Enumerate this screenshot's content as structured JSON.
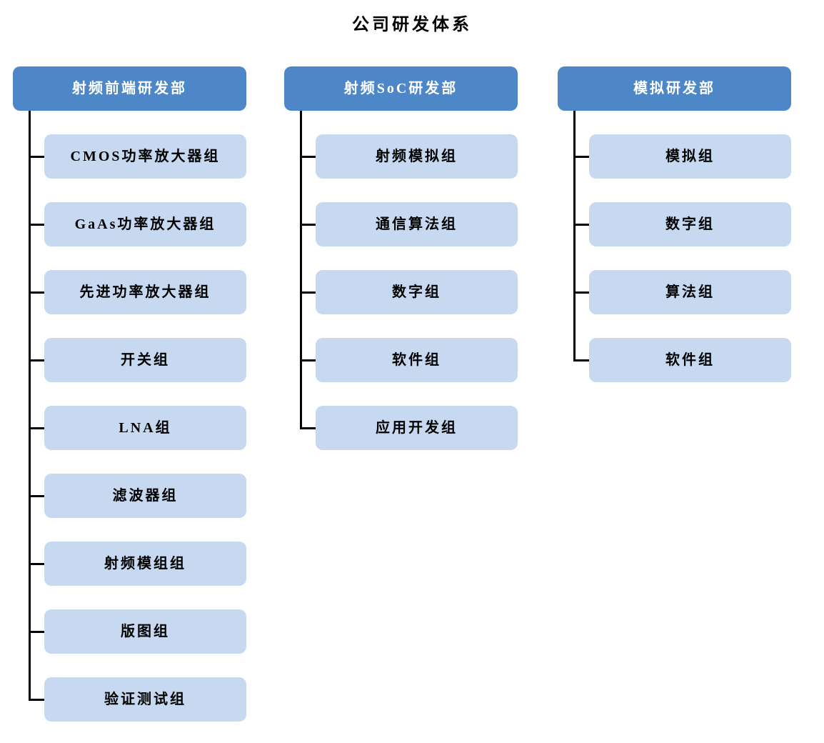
{
  "title": "公司研发体系",
  "colors": {
    "header_fill": "#4E87C8",
    "header_text": "#FFFFFF",
    "child_fill": "#C6D9F1",
    "child_text": "#000000",
    "connector": "#000000"
  },
  "departments": [
    {
      "name": "射频前端研发部",
      "groups": [
        "CMOS功率放大器组",
        "GaAs功率放大器组",
        "先进功率放大器组",
        "开关组",
        "LNA组",
        "滤波器组",
        "射频模组组",
        "版图组",
        "验证测试组"
      ]
    },
    {
      "name": "射频SoC研发部",
      "groups": [
        "射频模拟组",
        "通信算法组",
        "数字组",
        "软件组",
        "应用开发组"
      ]
    },
    {
      "name": "模拟研发部",
      "groups": [
        "模拟组",
        "数字组",
        "算法组",
        "软件组"
      ]
    }
  ]
}
